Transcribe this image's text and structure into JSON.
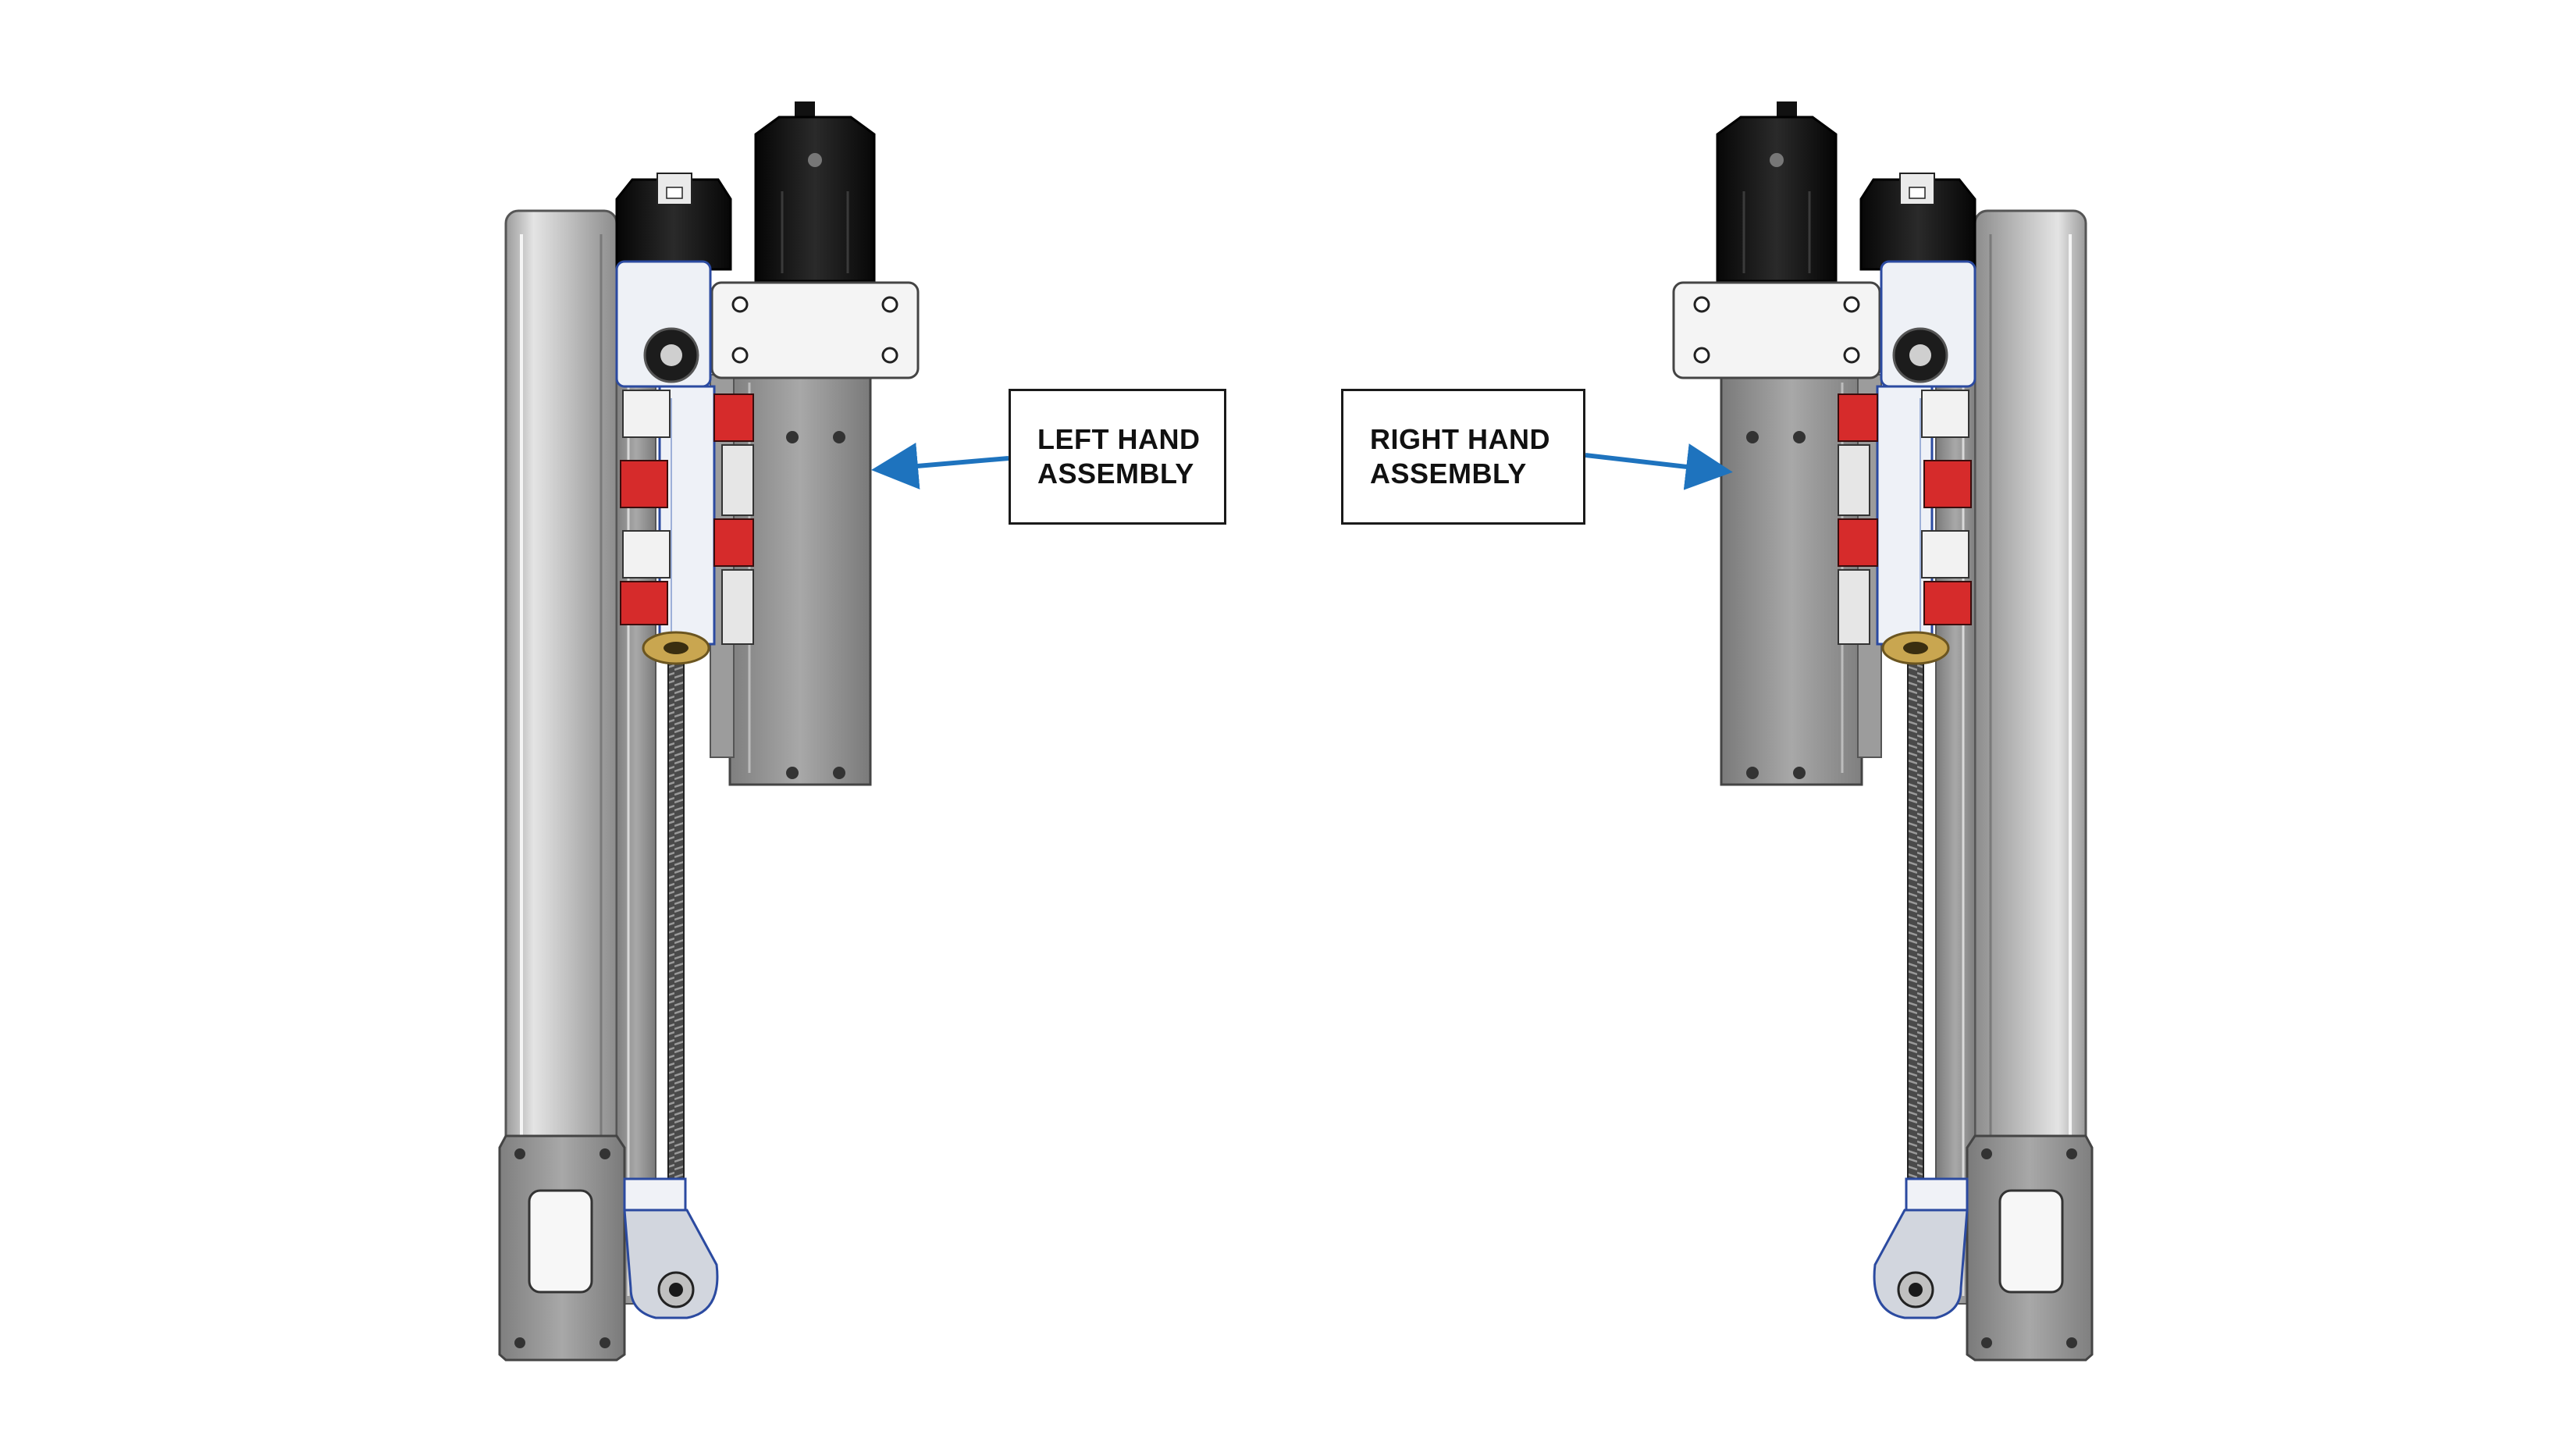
{
  "callouts": {
    "left": {
      "line1": "LEFT HAND",
      "line2": "ASSEMBLY"
    },
    "right": {
      "line1": "RIGHT HAND",
      "line2": "ASSEMBLY"
    }
  },
  "colors": {
    "background": "#ffffff",
    "arrow": "#1e73be",
    "aluminum": "#c9c9c9",
    "aluminum_dark": "#8e8e8e",
    "motor_black": "#111111",
    "bracket_red": "#d62b2b",
    "bracket_white": "#f2f2f2",
    "bearing_gold": "#c9a650",
    "leadscrew": "#3a3a3a"
  },
  "icons": [
    "stepper-motor-icon",
    "linear-rail-icon",
    "lead-screw-icon"
  ]
}
